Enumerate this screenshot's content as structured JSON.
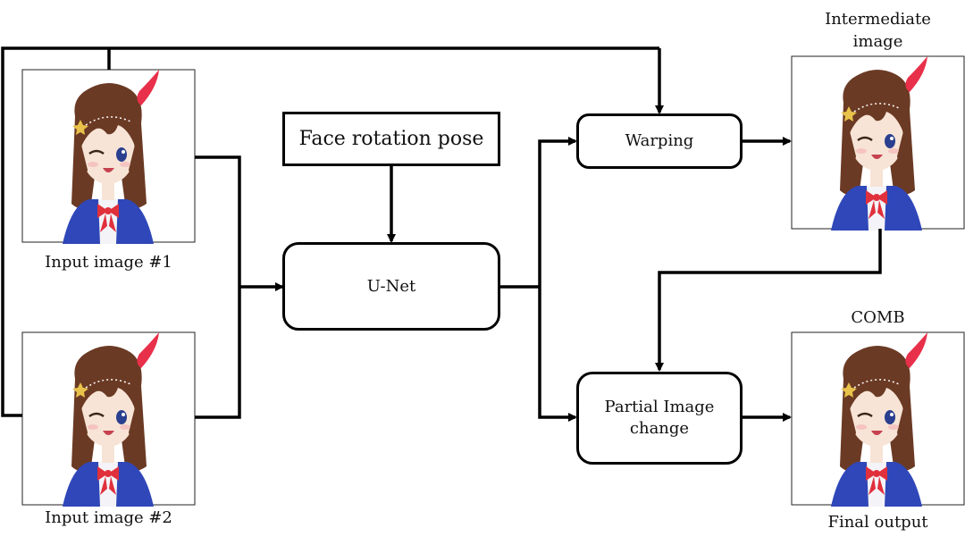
{
  "nodes": {
    "face_pose": "Face rotation pose",
    "unet": "U-Net",
    "warping": "Warping",
    "partial_change": "Partial Image\nchange"
  },
  "images": {
    "input1": "Input image #1",
    "input2": "Input image #2",
    "intermediate": "Intermediate\nimage",
    "comb": "COMB",
    "final": "Final output"
  },
  "colors": {
    "hair": "#6b3a24",
    "skin": "#f7e4d6",
    "jacket": "#2f47b8",
    "ribbon": "#e0303c",
    "feather": "#e8304a",
    "eye": "#2a3f8f"
  }
}
